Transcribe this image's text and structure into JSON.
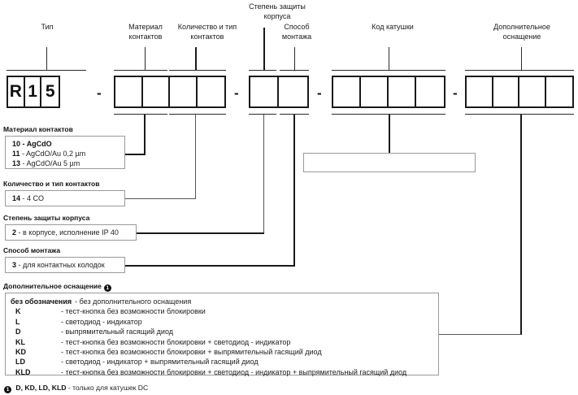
{
  "headers": [
    {
      "id": "type",
      "lines": [
        "Тип"
      ]
    },
    {
      "id": "contact-material",
      "lines": [
        "Материал",
        "контактов"
      ]
    },
    {
      "id": "contact-count-type",
      "lines": [
        "Количество и тип",
        "контактов"
      ]
    },
    {
      "id": "enclosure-protection",
      "lines": [
        "Степень защиты",
        "корпуса"
      ]
    },
    {
      "id": "mounting-method",
      "lines": [
        "Способ",
        "монтажа"
      ]
    },
    {
      "id": "coil-code",
      "lines": [
        "Код катушки"
      ]
    },
    {
      "id": "extra-equipment",
      "lines": [
        "Дополнительное",
        "оснащение"
      ]
    }
  ],
  "code_groups": [
    {
      "id": "type",
      "cells": [
        "R",
        "1",
        "5"
      ]
    },
    {
      "id": "contacts",
      "cells": [
        "",
        "",
        "",
        ""
      ]
    },
    {
      "id": "protection-mounting",
      "cells": [
        "",
        ""
      ]
    },
    {
      "id": "coil",
      "cells": [
        "",
        "",
        "",
        ""
      ]
    },
    {
      "id": "extras",
      "cells": [
        "",
        "",
        "",
        ""
      ]
    }
  ],
  "separator": "-",
  "legends": [
    {
      "id": "contact-material",
      "caption": "Материал контактов",
      "rows": [
        {
          "code": "10",
          "sep": " - ",
          "text": "AgCdO",
          "bold": true
        },
        {
          "code": "11",
          "sep": " - ",
          "text": "AgCdO/Au 0,2 µm",
          "bold": false
        },
        {
          "code": "13",
          "sep": " - ",
          "text": "AgCdO/Au 5 µm",
          "bold": false
        }
      ]
    },
    {
      "id": "contact-count-type",
      "caption": "Количество и тип контактов",
      "rows": [
        {
          "code": "14",
          "sep": " - ",
          "text": "4 CO",
          "bold": false
        }
      ]
    },
    {
      "id": "enclosure-protection",
      "caption": "Степень защиты корпуса",
      "rows": [
        {
          "code": "2",
          "sep": " - ",
          "text": "в корпусе, исполнение IP 40",
          "bold": false
        }
      ]
    },
    {
      "id": "mounting-method",
      "caption": "Способ монтажа",
      "rows": [
        {
          "code": "3",
          "sep": " - ",
          "text": "для контактных колодок",
          "bold": false
        }
      ]
    }
  ],
  "extras": {
    "caption": "Дополнительное оснащение",
    "caption_marker": "1",
    "rows": [
      {
        "key": "без обозначения",
        "desc": "- без дополнительного оснащения",
        "wide": true
      },
      {
        "key": "K",
        "desc": "- тест-кнопка без возможности блокировки",
        "wide": false
      },
      {
        "key": "L",
        "desc": "- светодиод - индикатор",
        "wide": false
      },
      {
        "key": "D",
        "desc": "- выпрямительный гасящий диод",
        "wide": false
      },
      {
        "key": "KL",
        "desc": "- тест-кнопка без возможности блокировки + светодиод - индикатор",
        "wide": false
      },
      {
        "key": "KD",
        "desc": "- тест-кнопка без возможности блокировки + выпрямительный гасящий диод",
        "wide": false
      },
      {
        "key": "LD",
        "desc": "- светодиод - индикатор + выпрямительный гасящий диод",
        "wide": false
      },
      {
        "key": "KLD",
        "desc": "- тест-кнопка без возможности блокировки + светодиод - индикатор + выпрямительный гасящий диод",
        "wide": false
      }
    ]
  },
  "footnote": {
    "marker": "1",
    "codes": "D, KD, LD, KLD",
    "text": " - только для катушек DC"
  },
  "colors": {
    "ink": "#111111",
    "line": "#1a1a1a",
    "thin_line": "#9a9a9a",
    "background": "#ffffff"
  }
}
